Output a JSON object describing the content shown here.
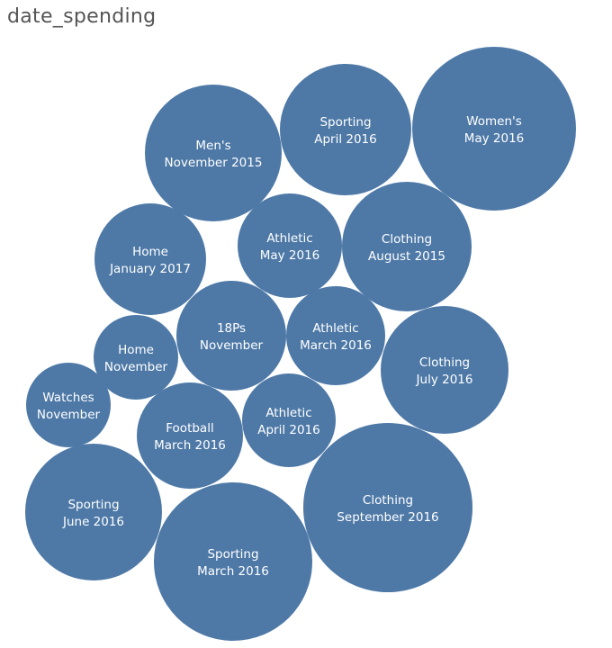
{
  "title": "date_spending",
  "colors": {
    "bubble": "#4e79a7",
    "title": "#555555",
    "label": "#ffffff"
  },
  "chart_data": {
    "type": "packed-bubble",
    "title": "date_spending",
    "series": [
      {
        "category": "Women's",
        "date": "May 2016"
      },
      {
        "category": "Clothing",
        "date": "September 2016"
      },
      {
        "category": "Sporting",
        "date": "March 2016"
      },
      {
        "category": "Men's",
        "date": "November 2015"
      },
      {
        "category": "Sporting",
        "date": "June 2016"
      },
      {
        "category": "Sporting",
        "date": "April 2016"
      },
      {
        "category": "Clothing",
        "date": "August 2015"
      },
      {
        "category": "Clothing",
        "date": "July 2016"
      },
      {
        "category": "Home",
        "date": "January 2017"
      },
      {
        "category": "18Ps",
        "date": "November"
      },
      {
        "category": "Football",
        "date": "March 2016"
      },
      {
        "category": "Athletic",
        "date": "May 2016"
      },
      {
        "category": "Athletic",
        "date": "March 2016"
      },
      {
        "category": "Athletic",
        "date": "April 2016"
      },
      {
        "category": "Home",
        "date": "November"
      },
      {
        "category": "Watches",
        "date": "November"
      }
    ]
  }
}
